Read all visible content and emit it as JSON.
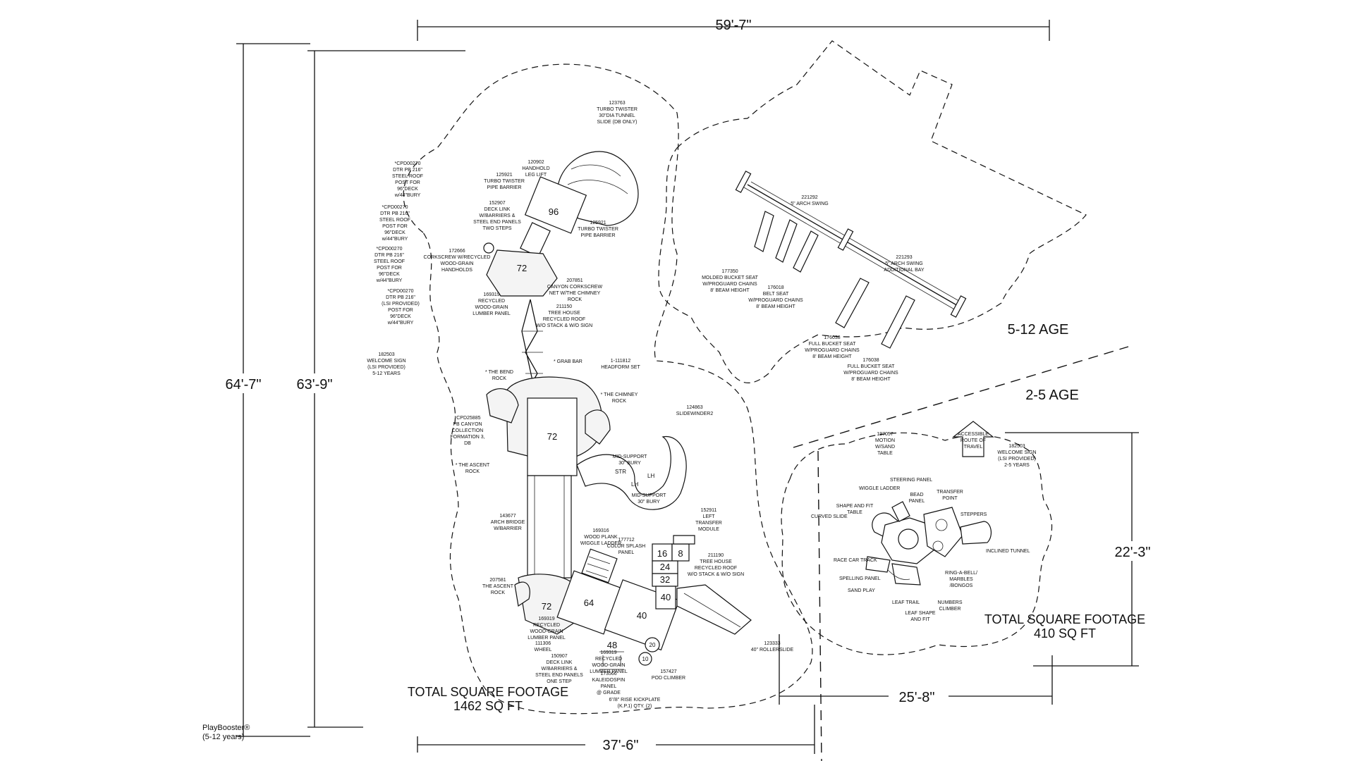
{
  "dimensions": {
    "top_width": "59'-7\"",
    "left_outer_height": "64'-7\"",
    "left_inner_height": "63'-9\"",
    "bottom_width": "37'-6\"",
    "right_height": "22'-3\"",
    "right_bottom_width": "25'-8\""
  },
  "zones": {
    "older": "5-12 AGE",
    "younger": "2-5 AGE"
  },
  "footage": {
    "main_label": "TOTAL SQUARE FOOTAGE",
    "main_value": "1462 SQ FT",
    "small_label": "TOTAL SQUARE FOOTAGE",
    "small_value": "410 SQ FT"
  },
  "brand": {
    "line1": "PlayBooster®",
    "line2": "(5-12 years)"
  },
  "deck_numbers": {
    "d96": "96",
    "d72a": "72",
    "d72b": "72",
    "d72c": "72",
    "d64": "64",
    "d40a": "40",
    "d40b": "40",
    "d48": "48",
    "d16": "16",
    "d8": "8",
    "d24": "24",
    "d32": "32",
    "d20": "20",
    "d10": "10"
  },
  "slide_marks": {
    "str": "STR",
    "lh1": "LH",
    "lh2": "LH"
  },
  "notes": {
    "turbo_twister": [
      "123763",
      "TURBO TWISTER",
      "30\"DIA TUNNEL",
      "SLIDE (DB ONLY)"
    ],
    "handhold": [
      "120902",
      "HANDHOLD",
      "LEG LIFT"
    ],
    "pipe_barrier1": [
      "125921",
      "TURBO TWISTER",
      "PIPE BARRIER"
    ],
    "deck_link1": [
      "152907",
      "DECK LINK",
      "W/BARRIERS &",
      "STEEL END PANELS",
      "TWO STEPS"
    ],
    "pipe_barrier2": [
      "125921",
      "TURBO TWISTER",
      "PIPE BARRIER"
    ],
    "corkscrew": [
      "172666",
      "CORKSCREW W/RECYCLED",
      "WOOD-GRAIN",
      "HANDHOLDS"
    ],
    "canyon": [
      "207851",
      "CANYON CORKSCREW",
      "NET W/THE CHIMNEY",
      "ROCK"
    ],
    "lumber_panel1": [
      "169319",
      "RECYCLED",
      "WOOD-GRAIN",
      "LUMBER PANEL"
    ],
    "tree_house1": [
      "211150",
      "TREE HOUSE",
      "RECYCLED ROOF",
      "W/O STACK & W/O SIGN"
    ],
    "roof_post1": [
      "*CPD00270",
      "DTR PB 216\"",
      "STEEL ROOF",
      "POST FOR",
      "96\"DECK",
      "w/44\"BURY"
    ],
    "roof_post2": [
      "*CPD00270",
      "DTR PB 216\"",
      "STEEL ROOF",
      "POST FOR",
      "96\"DECK",
      "w/44\"BURY"
    ],
    "roof_post3": [
      "*CPD00270",
      "DTR PB 216\"",
      "STEEL ROOF",
      "POST FOR",
      "96\"DECK",
      "w/44\"BURY"
    ],
    "roof_post4": [
      "*CPD00270",
      "DTR PB 216\"",
      "(LSI PROVIDED)",
      "POST FOR",
      "96\"DECK",
      "w/44\"BURY"
    ],
    "welcome1": [
      "182503",
      "WELCOME SIGN",
      "(LSI PROVIDED)",
      "5-12 YEARS"
    ],
    "grab_bar": [
      "* GRAB BAR"
    ],
    "headform": [
      "1-111812",
      "HEADFORM SET"
    ],
    "bend_rock": [
      "* THE BEND",
      "ROCK"
    ],
    "chimney_rock": [
      "* THE CHIMNEY",
      "ROCK"
    ],
    "canyon_collection": [
      "*CPD25885",
      "PB CANYON",
      "COLLECTION",
      "FORMATION 3,",
      "DB"
    ],
    "slidewinder": [
      "124863",
      "SLIDEWINDER2"
    ],
    "mid_support1": [
      "MID-SUPPORT",
      "30\" BURY"
    ],
    "mid_support2": [
      "MID-SUPPORT",
      "30\" BURY"
    ],
    "ascent_rock1": [
      "* THE ASCENT",
      "ROCK"
    ],
    "arch_bridge": [
      "143677",
      "ARCH BRIDGE",
      "W/BARRIER"
    ],
    "transfer_module": [
      "152911",
      "LEFT",
      "TRANSFER",
      "MODULE"
    ],
    "wiggle_ladder": [
      "169316",
      "WOOD PLANK",
      "WIGGLE LADDER"
    ],
    "tree_house2": [
      "211190",
      "TREE HOUSE",
      "RECYCLED ROOF",
      "W/O STACK & W/O SIGN"
    ],
    "color_splash": [
      "177712",
      "COLOR SPLASH",
      "PANEL"
    ],
    "ascent_rock2": [
      "207581",
      "THE ASCENT",
      "ROCK"
    ],
    "lumber_panel2": [
      "169319",
      "RECYCLED",
      "WOOD-GRAIN",
      "LUMBER PANEL"
    ],
    "wheel": [
      "111306",
      "WHEEL"
    ],
    "deck_link2": [
      "150907",
      "DECK LINK",
      "W/BARRIERS &",
      "STEEL END PANELS",
      "ONE STEP"
    ],
    "lumber_panel3": [
      "169319",
      "RECYCLED",
      "WOOD-GRAIN",
      "LUMBER PANEL"
    ],
    "kaleidospin": [
      "173566",
      "KALEIDOSPIN",
      "PANEL",
      "@ GRADE"
    ],
    "pod_climber": [
      "157427",
      "POD CLIMBER"
    ],
    "rollerslide": [
      "123333",
      "40\" ROLLERSLIDE"
    ],
    "kickplate": [
      "6\"/8\" RISE KICKPLATE",
      "(K.P.1) QTY. (2)"
    ],
    "arch_swing": [
      "221292",
      "5\" ARCH SWING"
    ],
    "arch_swing_add": [
      "221293",
      "5\" ARCH SWING",
      "ADDITIONAL BAY"
    ],
    "bucket_seat": [
      "177350",
      "MOLDED BUCKET SEAT",
      "W/PROGUARD CHAINS",
      "8' BEAM HEIGHT"
    ],
    "belt_seat": [
      "176018",
      "BELT SEAT",
      "W/PROGUARD CHAINS",
      "8' BEAM HEIGHT"
    ],
    "full_bucket1": [
      "176038",
      "FULL BUCKET SEAT",
      "W/PROGUARD CHAINS",
      "8' BEAM HEIGHT"
    ],
    "full_bucket2": [
      "176038",
      "FULL BUCKET SEAT",
      "W/PROGUARD CHAINS",
      "8' BEAM HEIGHT"
    ],
    "motion_table": [
      "197057",
      "MOTION",
      "W/SAND",
      "TABLE"
    ],
    "route": [
      "ACCESSIBLE",
      "ROUTE OF",
      "TRAVEL"
    ],
    "welcome2": [
      "182503",
      "WELCOME SIGN",
      "(LSI PROVIDED)",
      "2-5 YEARS"
    ],
    "steering": [
      "STEERING PANEL"
    ],
    "wiggle": [
      "WIGGLE LADDER"
    ],
    "bead": [
      "BEAD",
      "PANEL"
    ],
    "transfer_point": [
      "TRANSFER",
      "POINT"
    ],
    "shape_fit": [
      "SHAPE AND FIT",
      "TABLE"
    ],
    "steppers": [
      "STEPPERS"
    ],
    "curved_slide": [
      "CURVED SLIDE"
    ],
    "inclined_tunnel": [
      "INCLINED TUNNEL"
    ],
    "race_car": [
      "RACE CAR TRACK"
    ],
    "ring_bell": [
      "RING-A-BELL/",
      "MARBLES",
      "/BONGOS"
    ],
    "spelling": [
      "SPELLING PANEL"
    ],
    "sand_play": [
      "SAND PLAY"
    ],
    "leaf_trail": [
      "LEAF TRAIL"
    ],
    "numbers": [
      "NUMBERS",
      "CLIMBER"
    ],
    "leaf_shape": [
      "LEAF SHAPE",
      "AND FIT"
    ]
  }
}
